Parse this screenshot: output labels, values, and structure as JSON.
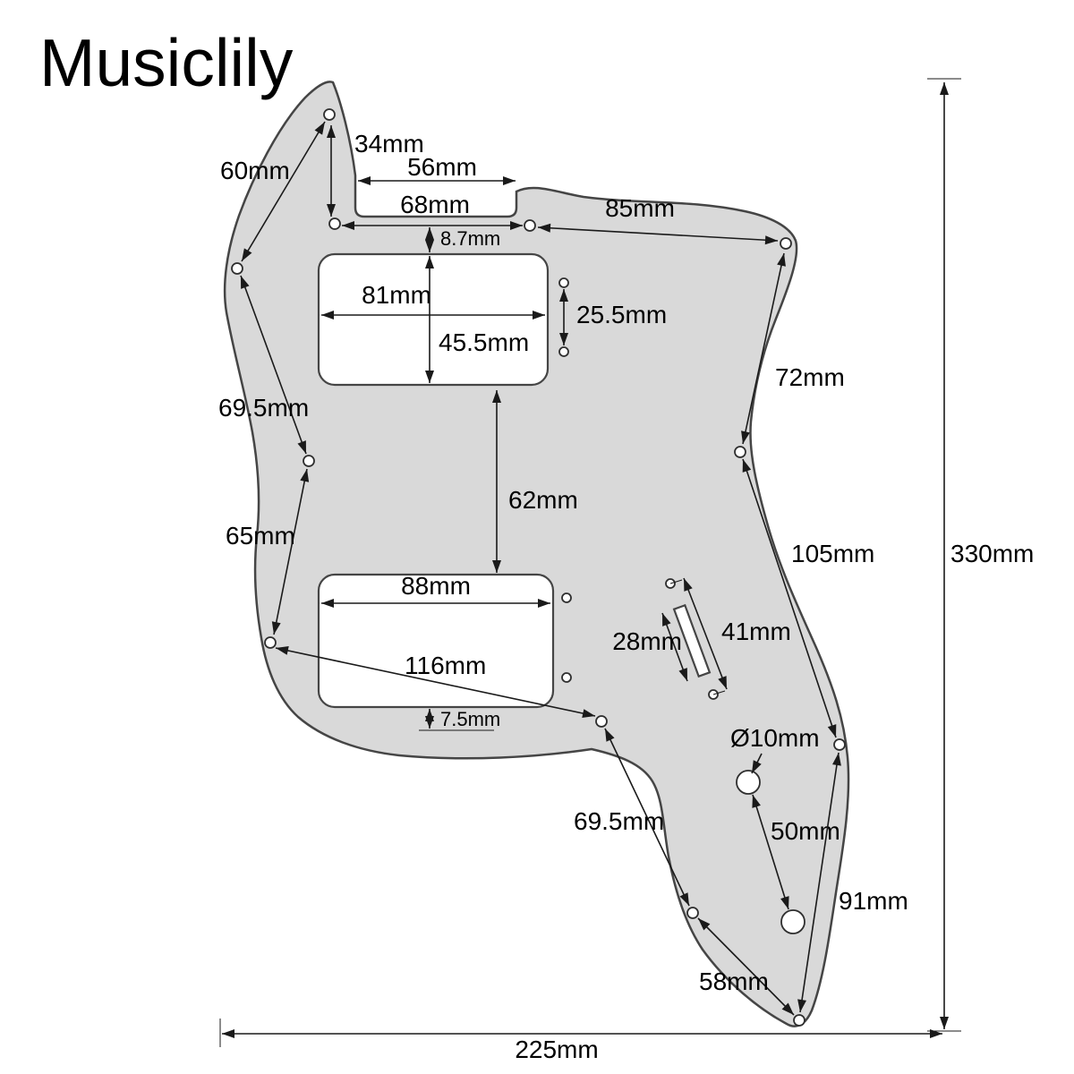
{
  "brand": "Musiclily",
  "colors": {
    "pickguard_fill": "#d9d9d9",
    "outline": "#454545",
    "dimension_line": "#1a1a1a",
    "cutout_fill": "#ffffff",
    "background": "#ffffff"
  },
  "dims": {
    "d34": "34mm",
    "d56": "56mm",
    "d60": "60mm",
    "d68": "68mm",
    "d85": "85mm",
    "d8_7": "8.7mm",
    "d81": "81mm",
    "d25_5": "25.5mm",
    "d45_5": "45.5mm",
    "d72": "72mm",
    "d69_5_upper": "69.5mm",
    "d62": "62mm",
    "d65": "65mm",
    "d105": "105mm",
    "d88": "88mm",
    "d28": "28mm",
    "d41": "41mm",
    "d116": "116mm",
    "d7_5": "7.5mm",
    "d_dia10": "Ø10mm",
    "d69_5_lower": "69.5mm",
    "d50": "50mm",
    "d91": "91mm",
    "d58": "58mm",
    "d330": "330mm",
    "d225": "225mm"
  }
}
